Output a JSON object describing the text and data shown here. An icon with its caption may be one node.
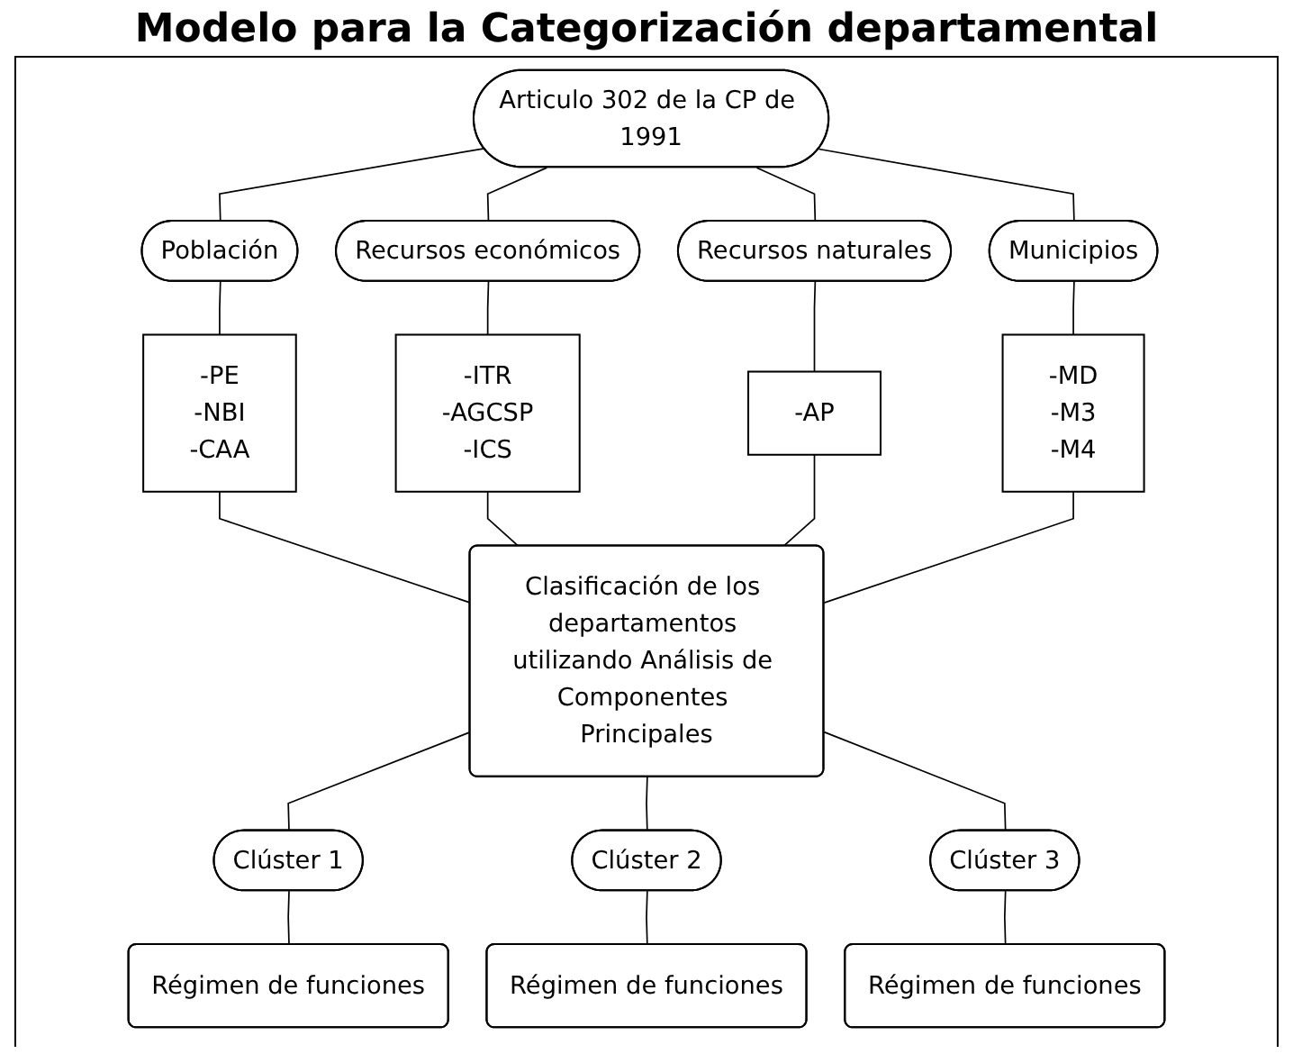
{
  "diagram": {
    "title": "Modelo para la Categorización departamental",
    "nodes": [
      {
        "text": [
          "Articulo 302 de la CP de 1991"
        ]
      },
      {
        "text": [
          "Población"
        ]
      },
      {
        "text": [
          "Recursos económicos"
        ]
      },
      {
        "text": [
          "Recursos naturales"
        ]
      },
      {
        "text": [
          "Municipios"
        ]
      },
      {
        "text": [
          "-PE",
          "-NBI",
          "-CAA"
        ]
      },
      {
        "text": [
          "-ITR",
          "-AGCSP",
          "-ICS"
        ]
      },
      {
        "text": [
          "-AP"
        ]
      },
      {
        "text": [
          "-MD",
          "-M3",
          "-M4"
        ]
      },
      {
        "text": [
          "Clasificación de los departamentos utilizando Análisis de Componentes Principales"
        ]
      },
      {
        "text": [
          "Clúster 1"
        ]
      },
      {
        "text": [
          "Clúster 2"
        ]
      },
      {
        "text": [
          "Clúster 3"
        ]
      },
      {
        "text": [
          "Régimen de funciones"
        ]
      },
      {
        "text": [
          "Régimen de funciones"
        ]
      },
      {
        "text": [
          "Régimen de funciones"
        ]
      }
    ],
    "edges": [
      {
        "from": 0,
        "to": 1,
        "arrow": "none"
      },
      {
        "from": 0,
        "to": 2,
        "arrow": "none"
      },
      {
        "from": 0,
        "to": 3,
        "arrow": "none"
      },
      {
        "from": 0,
        "to": 4,
        "arrow": "none"
      },
      {
        "from": 1,
        "to": 5,
        "arrow": "none"
      },
      {
        "from": 2,
        "to": 6,
        "arrow": "none"
      },
      {
        "from": 3,
        "to": 7,
        "arrow": "none"
      },
      {
        "from": 4,
        "to": 8,
        "arrow": "none"
      },
      {
        "from": 5,
        "to": 9,
        "arrow": "none"
      },
      {
        "from": 6,
        "to": 9,
        "arrow": "none"
      },
      {
        "from": 7,
        "to": 9,
        "arrow": "none"
      },
      {
        "from": 8,
        "to": 9,
        "arrow": "none"
      },
      {
        "from": 9,
        "to": 10,
        "arrow": "none"
      },
      {
        "from": 9,
        "to": 11,
        "arrow": "none"
      },
      {
        "from": 9,
        "to": 12,
        "arrow": "none"
      },
      {
        "from": 10,
        "to": 13,
        "arrow": "none"
      },
      {
        "from": 11,
        "to": 14,
        "arrow": "none"
      },
      {
        "from": 12,
        "to": 15,
        "arrow": "none"
      }
    ]
  }
}
